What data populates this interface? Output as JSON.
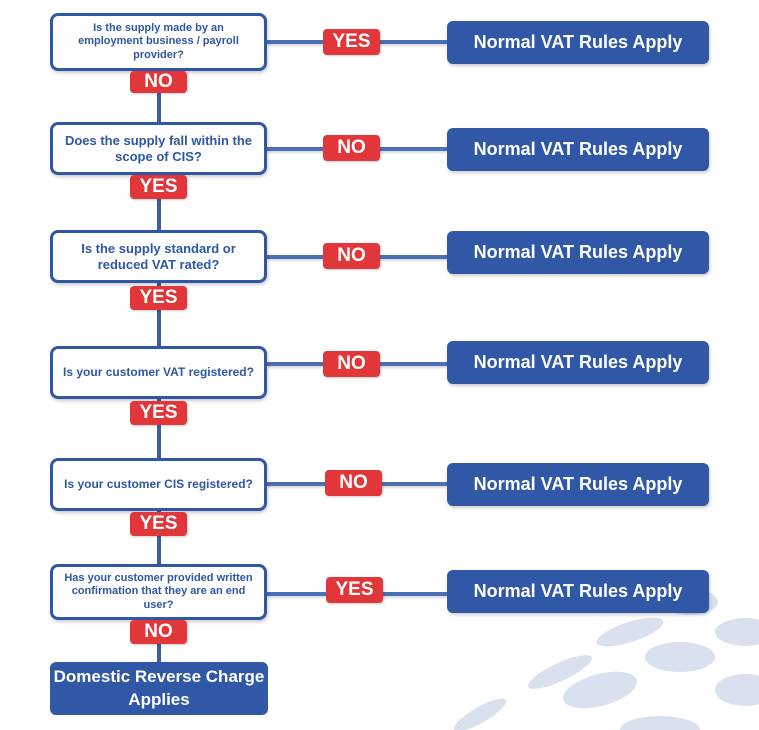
{
  "colors": {
    "primary_blue": "#3058a6",
    "badge_red": "#e1363a",
    "box_border": "#2f57a3",
    "decor_blue": "#d9e1ef"
  },
  "questions": [
    {
      "text": "Is the supply made by an employment business / payroll provider?",
      "side_label": "YES",
      "down_label": "NO",
      "outcome": "Normal VAT Rules Apply"
    },
    {
      "text": "Does the supply fall within the scope of CIS?",
      "side_label": "NO",
      "down_label": "YES",
      "outcome": "Normal VAT Rules Apply"
    },
    {
      "text": "Is the supply standard or reduced VAT rated?",
      "side_label": "NO",
      "down_label": "YES",
      "outcome": "Normal VAT Rules Apply"
    },
    {
      "text": "Is your customer VAT registered?",
      "side_label": "NO",
      "down_label": "YES",
      "outcome": "Normal VAT Rules Apply"
    },
    {
      "text": "Is your customer CIS registered?",
      "side_label": "NO",
      "down_label": "YES",
      "outcome": "Normal VAT Rules Apply"
    },
    {
      "text": "Has your customer provided written confirmation that they are an end user?",
      "side_label": "YES",
      "down_label": "NO",
      "outcome": "Normal VAT Rules Apply"
    }
  ],
  "final_outcome": "Domestic Reverse Charge Applies"
}
